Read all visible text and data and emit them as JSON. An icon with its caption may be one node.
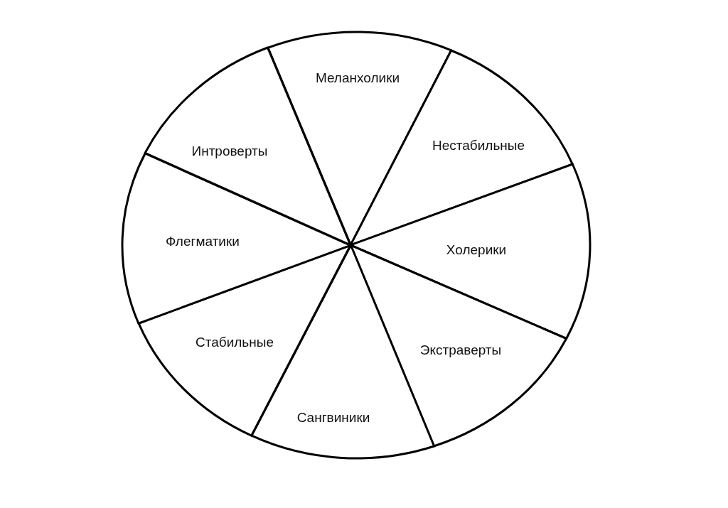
{
  "diagram": {
    "nodes": [
      {
        "text": [
          "Меланхолики"
        ]
      },
      {
        "text": [
          "Нестабильные"
        ]
      },
      {
        "text": [
          "Холерики"
        ]
      },
      {
        "text": [
          "Экстраверты"
        ]
      },
      {
        "text": [
          "Сангвиники"
        ]
      },
      {
        "text": [
          "Стабильные"
        ]
      },
      {
        "text": [
          "Флегматики"
        ]
      },
      {
        "text": [
          "Интроверты"
        ]
      }
    ]
  }
}
